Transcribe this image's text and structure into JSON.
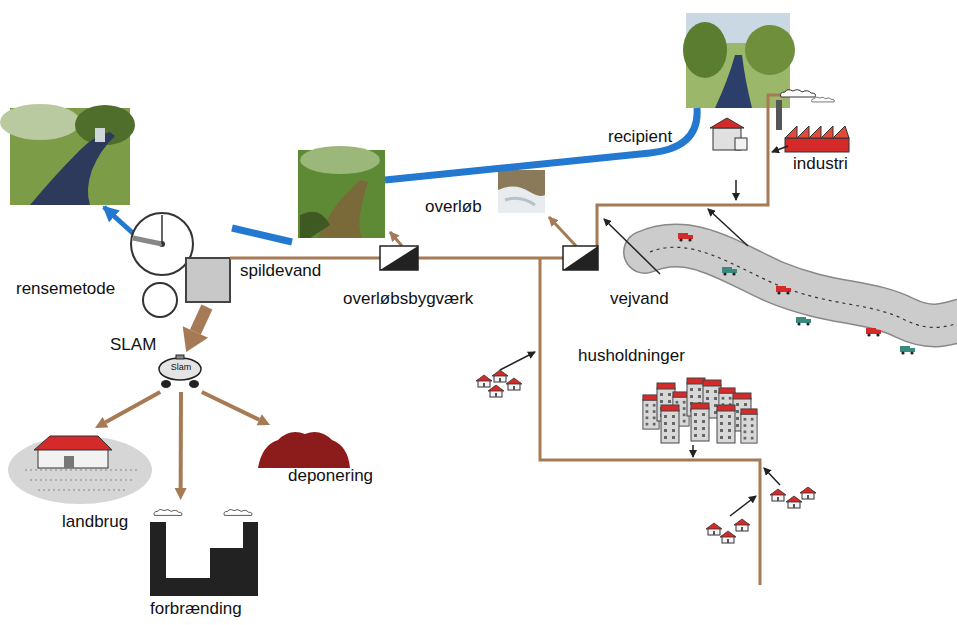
{
  "diagram": {
    "nodes": [
      {
        "text": [
          "rensemetode"
        ]
      },
      {
        "text": [
          "Slam"
        ]
      },
      {
        "text": [
          "landbrug"
        ]
      },
      {
        "text": [
          "forbrænding"
        ]
      },
      {
        "text": [
          "deponering"
        ]
      }
    ],
    "edges": [
      {
        "from": 0,
        "to": 1,
        "arrow": "to",
        "label": "SLAM"
      },
      {
        "from": 1,
        "to": 2,
        "arrow": "to"
      },
      {
        "from": 1,
        "to": 3,
        "arrow": "to"
      },
      {
        "from": 1,
        "to": 4,
        "arrow": "to"
      }
    ],
    "labels": [
      "recipient",
      "industri",
      "overløb",
      "spildevand",
      "overløbsbygværk",
      "vejvand",
      "husholdninger"
    ]
  }
}
